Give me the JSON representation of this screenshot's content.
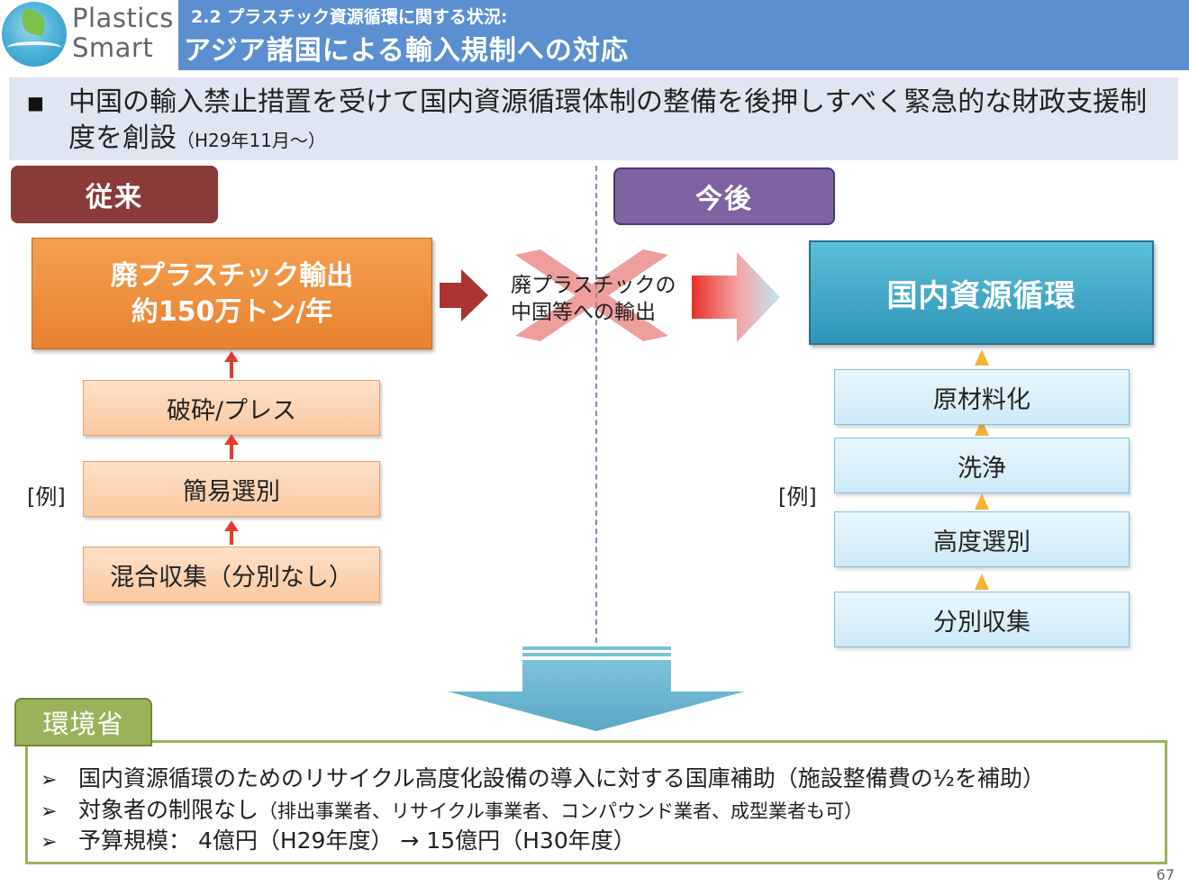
{
  "logo": {
    "line1": "Plastics",
    "line2": "Smart"
  },
  "header": {
    "subtitle": "2.2 プラスチック資源循環に関する状況:",
    "title": "アジア諸国による輸入規制への対応"
  },
  "lead": {
    "bullet": "■",
    "text": "中国の輸入禁止措置を受けて国内資源循環体制の整備を後押しすべく緊急的な財政支援制度を創設",
    "note": "（H29年11月～）"
  },
  "left": {
    "tab": "従来",
    "main_line1": "廃プラスチック輸出",
    "main_line2": "約150万トン/年",
    "example_label": "[例]",
    "steps": [
      "破砕/プレス",
      "簡易選別",
      "混合収集（分別なし）"
    ]
  },
  "middle": {
    "line1": "廃プラスチックの",
    "line2": "中国等への輸出"
  },
  "right": {
    "tab": "今後",
    "main": "国内資源循環",
    "example_label": "[例]",
    "steps": [
      "原材料化",
      "洗浄",
      "高度選別",
      "分別収集"
    ]
  },
  "bottom": {
    "tab": "環境省",
    "items": [
      {
        "main": "国内資源循環のためのリサイクル高度化設備の導入に対する国庫補助（施設整備費の½を補助）",
        "sub": ""
      },
      {
        "main": "対象者の制限なし",
        "sub": "（排出事業者、リサイクル事業者、コンパウンド業者、成型業者も可）"
      },
      {
        "main": "予算規模： 4億円（H29年度） → 15億円（H30年度）",
        "sub": ""
      }
    ],
    "bullet": "➢"
  },
  "page_number": "67",
  "colors": {
    "header_blue": "#5b8fd0",
    "old_tab": "#8a3a38",
    "new_tab": "#7e63a3",
    "orange": "#e8822e",
    "teal": "#2f95b8",
    "green": "#9ab35a",
    "red_arrow": "#e03a30"
  }
}
